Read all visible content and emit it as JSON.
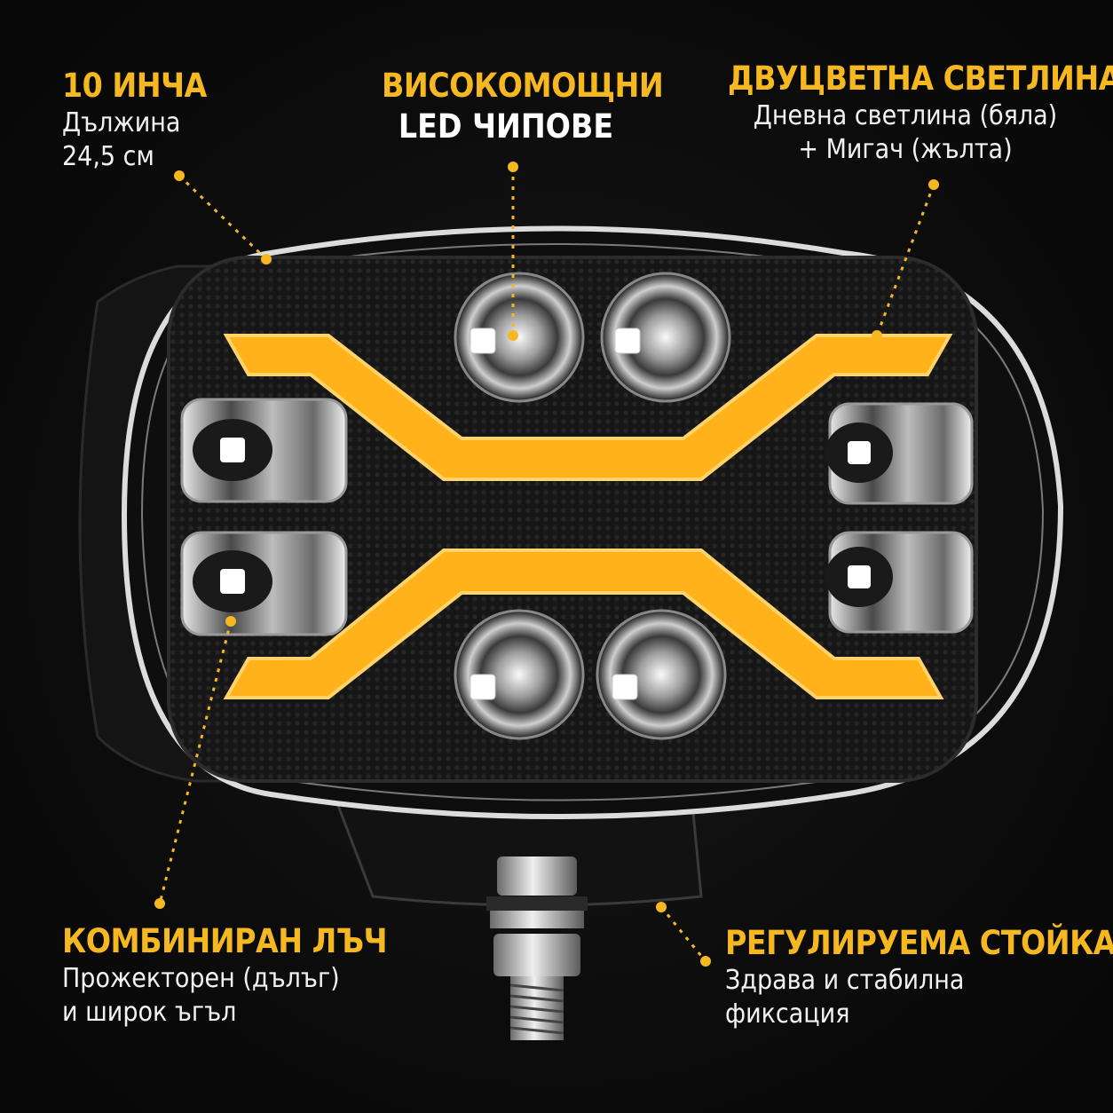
{
  "colors": {
    "accent": "#f5b820",
    "drl_amber": "#ffb21a",
    "background": "#0b0b0b",
    "text": "#ffffff"
  },
  "callouts": {
    "size": {
      "title": "10 ИНЧА",
      "line1": "Дължина",
      "line2": "24,5 см"
    },
    "chips": {
      "line1": "ВИСОКОМОЩНИ",
      "line2": "LED ЧИПОВЕ"
    },
    "dual": {
      "title": "ДВУЦВЕТНА СВЕТЛИНА",
      "line1": "Дневна светлина (бяла)",
      "line2": "+ Мигач (жълта)"
    },
    "beam": {
      "title": "КОМБИНИРАН ЛЪЧ",
      "line1": "Прожекторен (дълъг)",
      "line2": "и широк ъгъл"
    },
    "mount": {
      "title": "РЕГУЛИРУЕМА СТОЙКА",
      "line1": "Здрава и стабилна",
      "line2": "фиксация"
    }
  },
  "product": {
    "name": "led-work-lamp",
    "icons": [
      "spot-reflector",
      "flood-reflector",
      "amber-drl-strip",
      "mounting-bolt"
    ]
  }
}
